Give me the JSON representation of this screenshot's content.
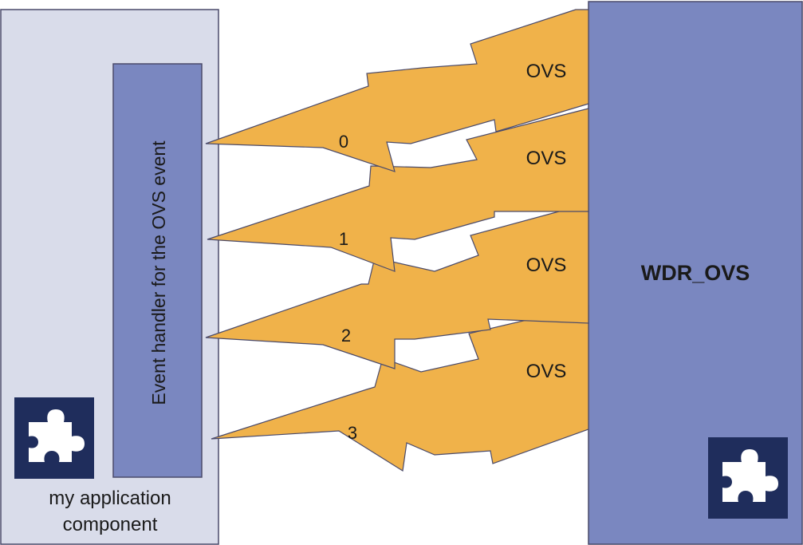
{
  "left_component": {
    "label_line1": "my application",
    "label_line2": "component",
    "fill": "#D9DCEA",
    "icon": "puzzle-piece-icon"
  },
  "event_handler": {
    "label": "Event handler for the OVS event",
    "fill": "#7A87C0"
  },
  "right_component": {
    "label": "WDR_OVS",
    "fill": "#7A87C0",
    "icon": "puzzle-piece-icon"
  },
  "events": [
    {
      "number": "0",
      "ovs_label": "OVS"
    },
    {
      "number": "1",
      "ovs_label": "OVS"
    },
    {
      "number": "2",
      "ovs_label": "OVS"
    },
    {
      "number": "3",
      "ovs_label": "OVS"
    }
  ],
  "colors": {
    "bolt": "#F0B24A",
    "icon_bg": "#1F2D5C",
    "icon_fg": "#FFFFFF",
    "border": "#4A4A6A"
  }
}
